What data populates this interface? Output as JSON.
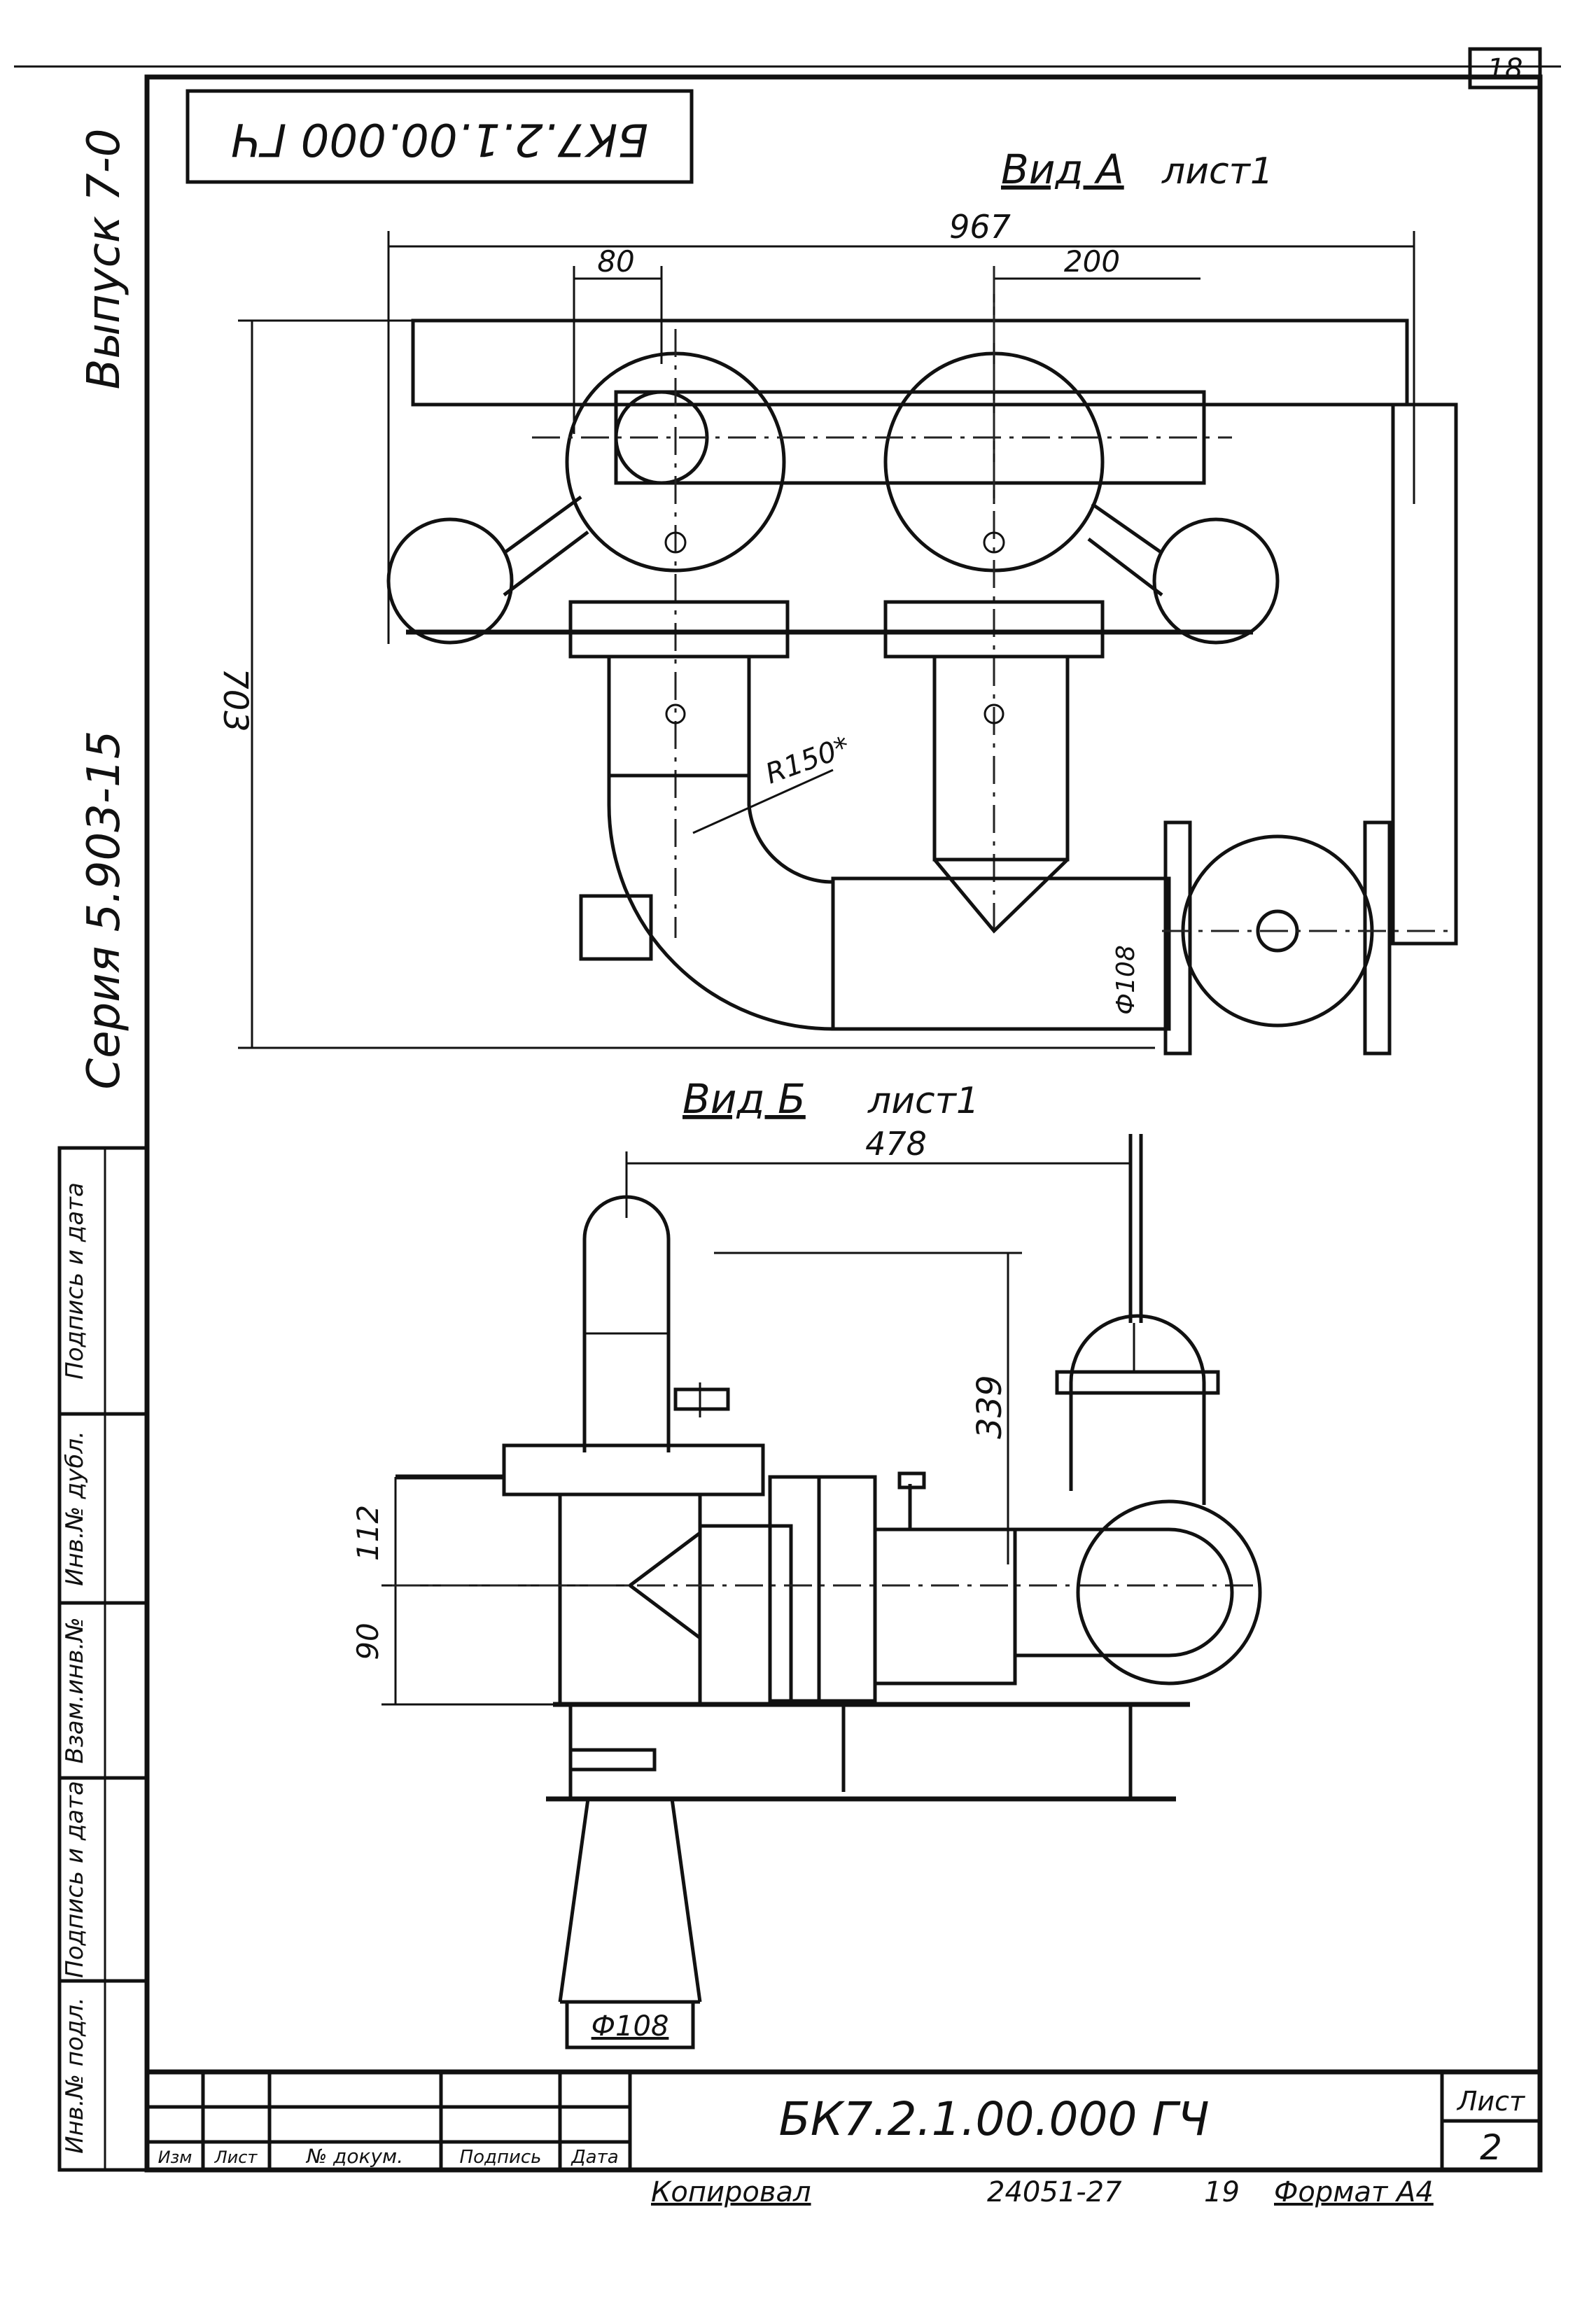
{
  "sheet": {
    "top_right_number": "18",
    "designation_inverted": "БК7.2.1.00.000 ГЧ",
    "series_label": "Серия 5.903-15",
    "issue_label": "Выпуск 7-0"
  },
  "view_a": {
    "title": "Вид А",
    "sheet_ref": "лист1",
    "dim_total_width": "967",
    "dim_80": "80",
    "dim_200": "200",
    "dim_height": "703",
    "dim_radius": "R150*",
    "dim_diameter": "Ф108"
  },
  "view_b": {
    "title": "Вид Б",
    "sheet_ref": "лист1",
    "dim_478": "478",
    "dim_339": "339",
    "dim_112": "112",
    "dim_90": "90",
    "dim_diameter": "Ф108"
  },
  "side_stamp": {
    "cells": [
      "Инв.№ подл.",
      "Подпись и дата",
      "Взам.инв.№",
      "Инв.№ дубл.",
      "Подпись и дата"
    ]
  },
  "title_block": {
    "designation": "БК7.2.1.00.000 ГЧ",
    "sheet_label": "Лист",
    "sheet_number": "2",
    "columns": [
      "Изм",
      "Лист",
      "№ докум.",
      "Подпись",
      "Дата"
    ]
  },
  "footer": {
    "copied_by": "Копировал",
    "order_number": "24051-27",
    "copies": "19",
    "format": "Формат А4"
  }
}
